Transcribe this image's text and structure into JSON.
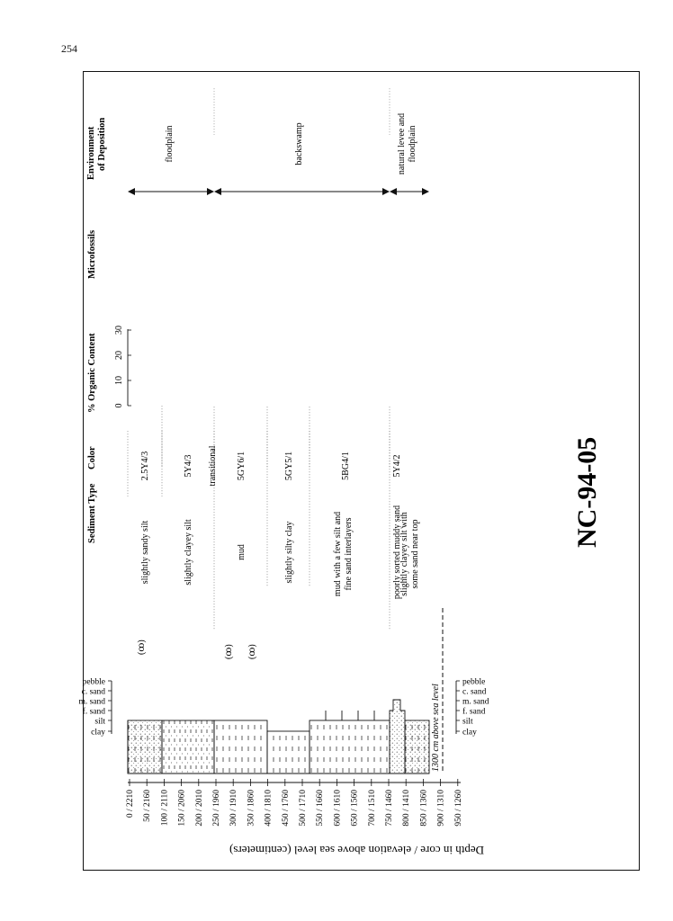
{
  "page_number": "254",
  "core_id": "NC-94-05",
  "headers": {
    "sediment_type": "Sediment Type",
    "color": "Color",
    "organic": "% Organic Content",
    "microfossils": "Microfossils",
    "environment": "Environment of Deposition"
  },
  "depth_axis": {
    "label": "Depth in core / elevation above sea level (centimeters)",
    "ticks": [
      "0 / 2210",
      "50 / 2160",
      "100 / 2110",
      "150 / 2060",
      "200 / 2010",
      "250 / 1960",
      "300 / 1910",
      "350 / 1860",
      "400 / 1810",
      "450 / 1760",
      "500 / 1710",
      "550 / 1660",
      "600 / 1610",
      "650 / 1560",
      "700 / 1510",
      "750 / 1460",
      "800 / 1410",
      "850 / 1360",
      "900 / 1310",
      "950 / 1260"
    ]
  },
  "grain_scale": [
    "pebble",
    "c. sand",
    "m. sand",
    "f. sand",
    "silt",
    "clay"
  ],
  "sea_level_note": "1300 cm above sea level",
  "organic_axis": {
    "ticks": [
      "0",
      "10",
      "20",
      "30"
    ]
  },
  "units": [
    {
      "sediment": "slightly sandy silt",
      "color": "2.5Y4/3"
    },
    {
      "sediment": "slightly clayey silt",
      "color": "5Y4/3"
    },
    {
      "sediment": "",
      "color": "transitional"
    },
    {
      "sediment": "mud",
      "color": "5GY6/1"
    },
    {
      "sediment": "slightly silty clay",
      "color": "5GY5/1"
    },
    {
      "sediment": "mud with a few silt and fine sand interlayers",
      "color": "5BG4/1"
    },
    {
      "sediment": "poorly sorted muddy sand",
      "color": "5Y4/2"
    },
    {
      "sediment": "slightly clayey silt with some sand near top",
      "color": ""
    }
  ],
  "environments": [
    {
      "label": "floodplain"
    },
    {
      "label": "backswamp"
    },
    {
      "label": "natural levee and floodplain"
    }
  ]
}
